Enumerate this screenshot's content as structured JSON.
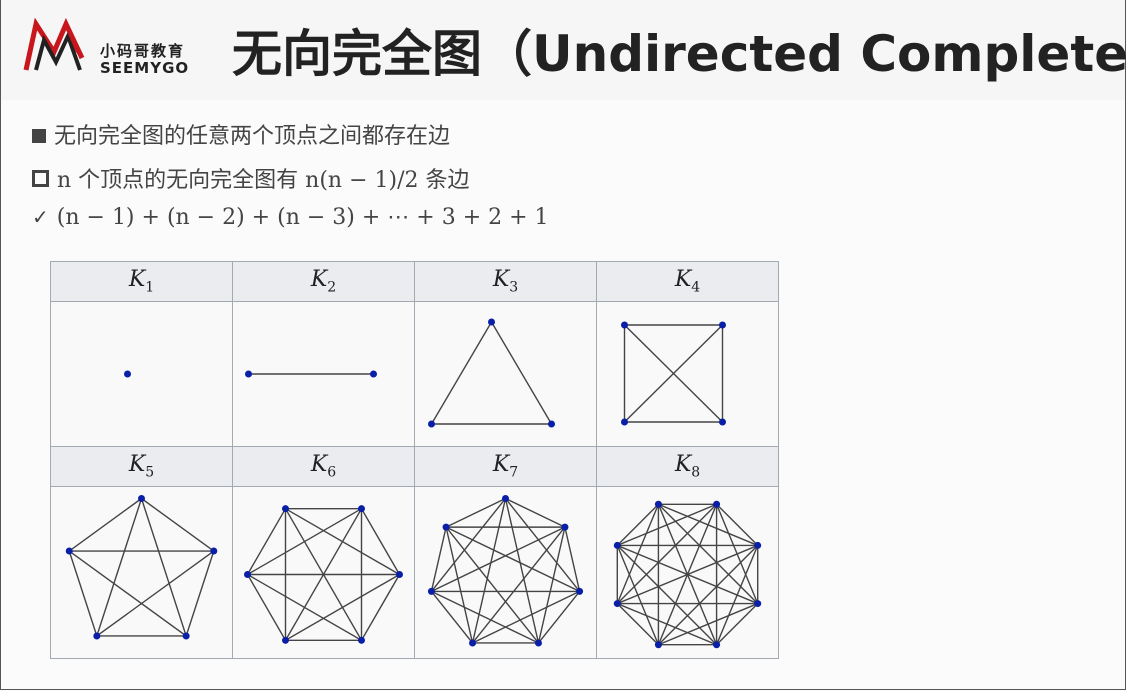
{
  "header": {
    "logo_cn": "小码哥教育",
    "logo_en": "SEEMYGO",
    "title": "无向完全图（Undirected Complete"
  },
  "bullets": [
    {
      "text": "无向完全图的任意两个顶点之间都存在边"
    },
    {
      "text_prefix": "n 个顶点的无向完全图有 ",
      "formula": "n(n − 1)/2",
      "text_suffix": " 条边"
    },
    {
      "formula": "(n − 1) + (n − 2) + (n − 3) + ⋯ + 3 + 2 + 1"
    }
  ],
  "table": {
    "headers_row1": [
      {
        "base": "K",
        "sub": "1"
      },
      {
        "base": "K",
        "sub": "2"
      },
      {
        "base": "K",
        "sub": "3"
      },
      {
        "base": "K",
        "sub": "4"
      }
    ],
    "headers_row2": [
      {
        "base": "K",
        "sub": "5"
      },
      {
        "base": "K",
        "sub": "6"
      },
      {
        "base": "K",
        "sub": "7"
      },
      {
        "base": "K",
        "sub": "8"
      }
    ]
  },
  "graph_order": [
    1,
    2,
    3,
    4,
    5,
    6,
    7,
    8
  ],
  "colors": {
    "vertex": "#0a1fa8",
    "edge": "#444444",
    "logo_red": "#c8161d"
  }
}
